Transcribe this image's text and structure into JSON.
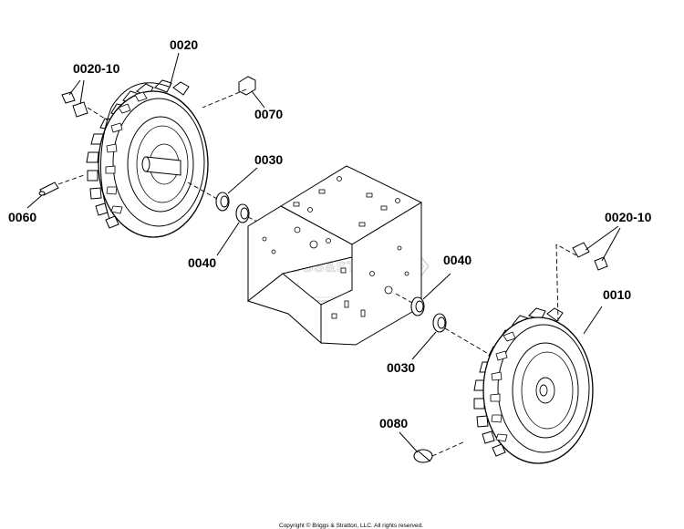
{
  "labels": {
    "p0020": "0020",
    "p0020_10_left": "0020-10",
    "p0070": "0070",
    "p0030_top": "0030",
    "p0060": "0060",
    "p0040_left": "0040",
    "p0020_10_right": "0020-10",
    "p0040_right": "0040",
    "p0010": "0010",
    "p0030_bottom": "0030",
    "p0080": "0080"
  },
  "watermark": "BRIGGS&STRATTON",
  "copyright": "Copyright © Briggs & Stratton, LLC. All rights reserved."
}
